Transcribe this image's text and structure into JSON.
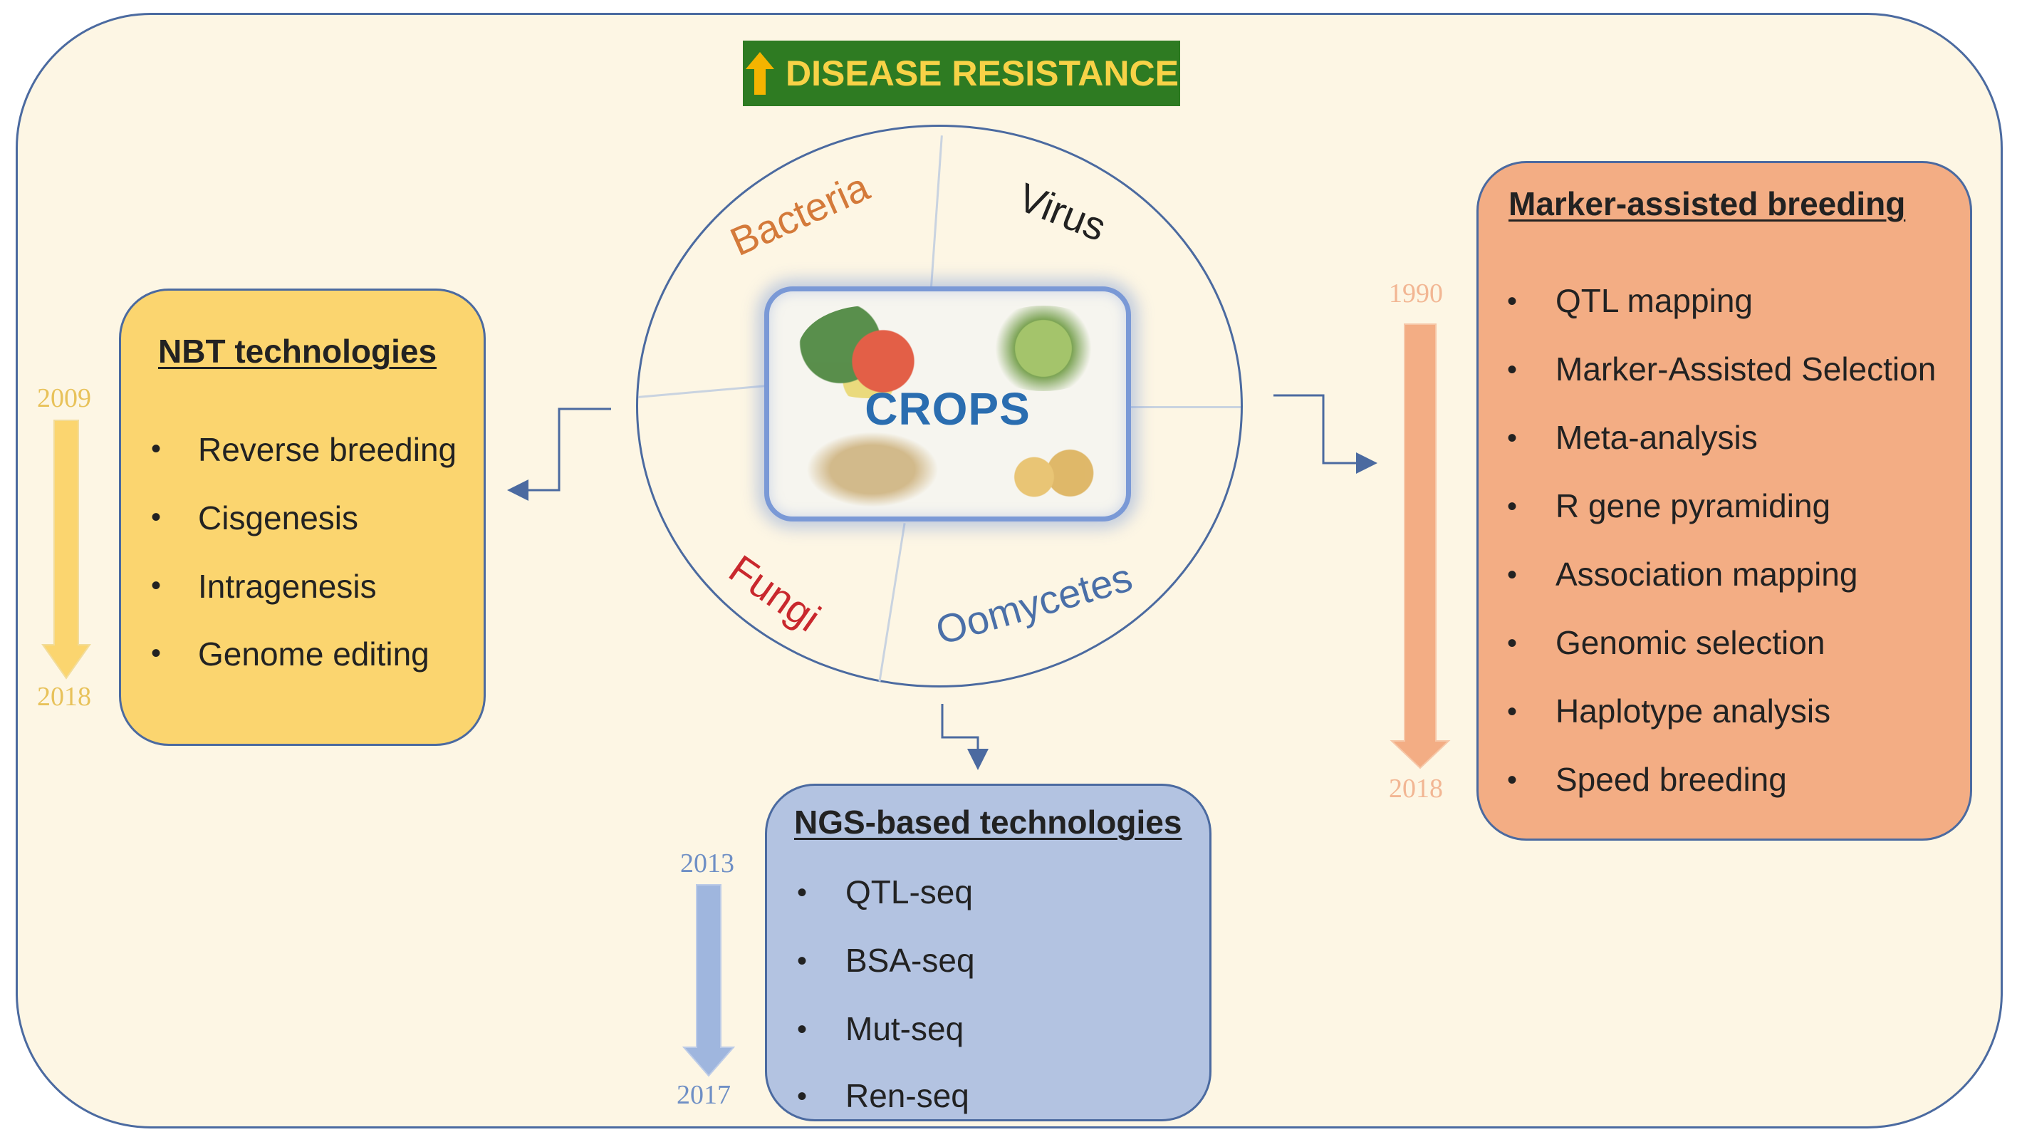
{
  "banner": {
    "text": "DISEASE RESISTANCE",
    "arrow_color": "#f4b400",
    "background": "#2e7b22",
    "text_color": "#f7d247"
  },
  "center": {
    "label": "CROPS",
    "pathogens": {
      "bacteria": "Bacteria",
      "virus": "Virus",
      "fungi": "Fungi",
      "oomycetes": "Oomycetes"
    }
  },
  "nbt": {
    "title": "NBT technologies",
    "items": [
      "Reverse breeding",
      "Cisgenesis",
      "Intragenesis",
      "Genome editing"
    ],
    "year_start": "2009",
    "year_end": "2018",
    "color": "#fbd56f"
  },
  "mab": {
    "title": "Marker-assisted breeding",
    "items": [
      "QTL mapping",
      "Marker-Assisted Selection",
      "Meta-analysis",
      "R gene pyramiding",
      "Association mapping",
      "Genomic selection",
      "Haplotype analysis",
      "Speed breeding"
    ],
    "year_start": "1990",
    "year_end": "2018",
    "color": "#f3ad84"
  },
  "ngs": {
    "title": "NGS-based technologies",
    "items": [
      "QTL-seq",
      "BSA-seq",
      "Mut-seq",
      "Ren-seq"
    ],
    "year_start": "2013",
    "year_end": "2017",
    "color": "#b3c3e1"
  }
}
